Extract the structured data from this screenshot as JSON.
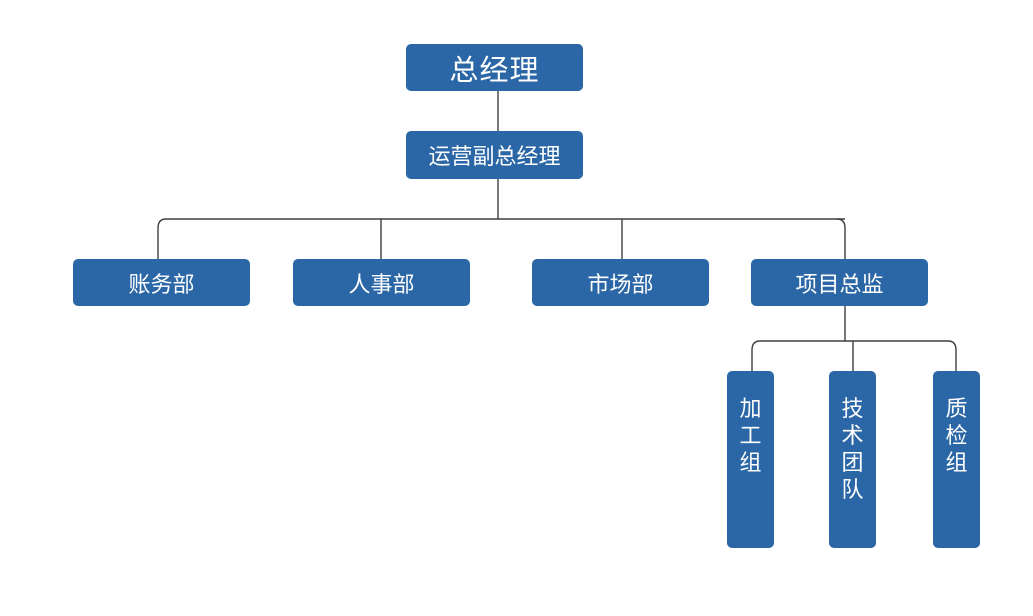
{
  "org_chart": {
    "root": {
      "label": "总经理"
    },
    "vice_president": {
      "label": "运营副总经理"
    },
    "departments": [
      {
        "label": "账务部"
      },
      {
        "label": "人事部"
      },
      {
        "label": "市场部"
      },
      {
        "label": "项目总监"
      }
    ],
    "project_teams": [
      {
        "label": "加工组"
      },
      {
        "label": "技术团队"
      },
      {
        "label": "质检组"
      }
    ]
  },
  "colors": {
    "node_fill": "#2b67a6",
    "node_text": "#ffffff",
    "connector": "#3f3f3f",
    "background": "#ffffff"
  }
}
